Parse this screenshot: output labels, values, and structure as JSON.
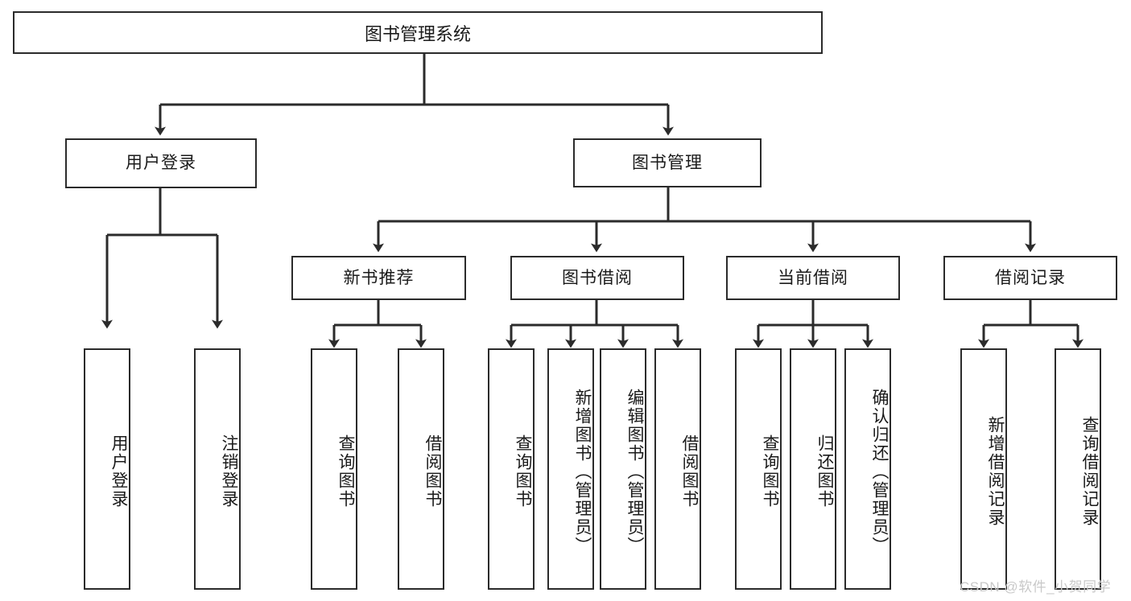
{
  "diagram": {
    "title": "图书管理系统",
    "type": "tree",
    "watermark": "CSDN @软件_小贺同学",
    "colors": {
      "stroke": "#2b2b2b",
      "background": "#ffffff",
      "text": "#1a1a1a",
      "watermark": "#c9c9c9"
    },
    "levels": {
      "root": {
        "label": "图书管理系统"
      },
      "level1": [
        {
          "label": "用户登录"
        },
        {
          "label": "图书管理"
        }
      ],
      "level2": [
        {
          "label": "新书推荐"
        },
        {
          "label": "图书借阅"
        },
        {
          "label": "当前借阅"
        },
        {
          "label": "借阅记录"
        }
      ],
      "leaves": {
        "user_login": [
          {
            "label": "用户登录"
          },
          {
            "label": "注销登录"
          }
        ],
        "new_book_recommend": [
          {
            "label": "查询图书"
          },
          {
            "label": "借阅图书"
          }
        ],
        "book_borrow": [
          {
            "label": "查询图书"
          },
          {
            "label": "新增图书（管理员）"
          },
          {
            "label": "编辑图书（管理员）"
          },
          {
            "label": "借阅图书"
          }
        ],
        "current_borrow": [
          {
            "label": "查询图书"
          },
          {
            "label": "归还图书"
          },
          {
            "label": "确认归还（管理员）"
          }
        ],
        "borrow_record": [
          {
            "label": "新增借阅记录"
          },
          {
            "label": "查询借阅记录"
          }
        ]
      }
    }
  }
}
